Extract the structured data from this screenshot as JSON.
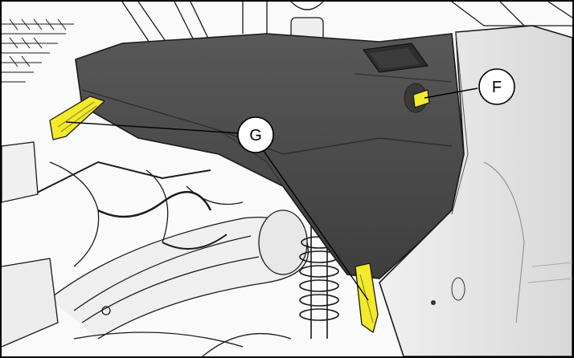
{
  "illustration": {
    "subject": "vehicle-side-panel-fasteners",
    "colors": {
      "panel_dark": "#4a4a4a",
      "panel_mid": "#5c5c5c",
      "panel_light": "#e2e2e2",
      "highlight": "#f2ea2a",
      "line": "#1a1a1a",
      "background": "#ffffff"
    }
  },
  "callouts": [
    {
      "id": "F",
      "label": "F"
    },
    {
      "id": "G",
      "label": "G"
    }
  ]
}
